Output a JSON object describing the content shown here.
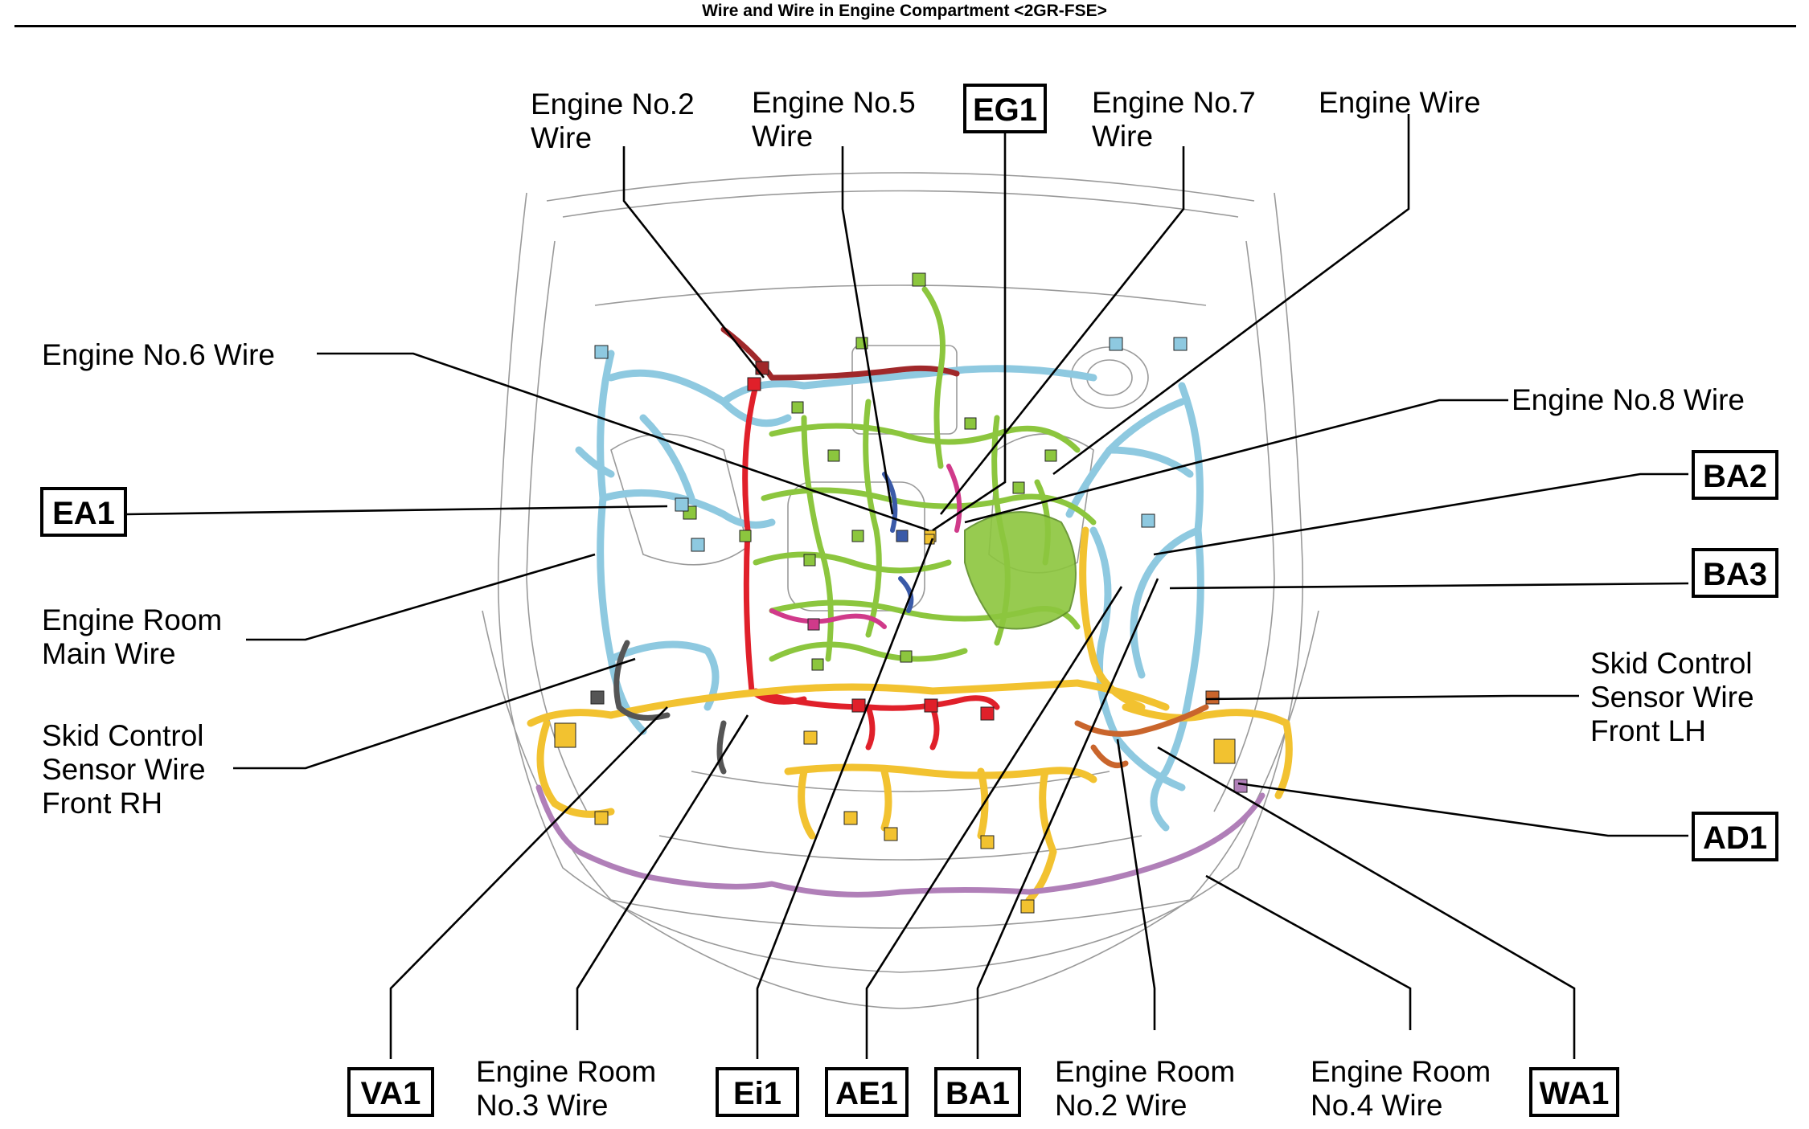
{
  "title": "Wire and Wire in Engine Compartment <2GR-FSE>",
  "labels": {
    "engine_no2_wire": [
      "Engine No.2",
      "Wire"
    ],
    "engine_no5_wire": [
      "Engine No.5",
      "Wire"
    ],
    "engine_no7_wire": [
      "Engine No.7",
      "Wire"
    ],
    "engine_wire": [
      "Engine Wire"
    ],
    "engine_no6_wire": [
      "Engine No.6 Wire"
    ],
    "engine_no8_wire": [
      "Engine No.8 Wire"
    ],
    "engine_room_main_wire": [
      "Engine Room",
      "Main Wire"
    ],
    "skid_sensor_front_rh": [
      "Skid Control",
      "Sensor Wire",
      "Front RH"
    ],
    "skid_sensor_front_lh": [
      "Skid Control",
      "Sensor Wire",
      "Front LH"
    ],
    "engine_room_no3_wire": [
      "Engine Room",
      "No.3 Wire"
    ],
    "engine_room_no2_wire": [
      "Engine Room",
      "No.2 Wire"
    ],
    "engine_room_no4_wire": [
      "Engine Room",
      "No.4 Wire"
    ]
  },
  "codes": {
    "eg1": "EG1",
    "ea1": "EA1",
    "ba2": "BA2",
    "ba3": "BA3",
    "ad1": "AD1",
    "va1": "VA1",
    "ei1": "Ei1",
    "ae1": "AE1",
    "ba1": "BA1",
    "wa1": "WA1"
  },
  "colors": {
    "light_blue": "#8ec9e0",
    "green": "#8cc63e",
    "red": "#e0202a",
    "yellow": "#f2c230",
    "dark_red": "#a0282a",
    "purple": "#b07fb8",
    "dark_gray": "#555555",
    "orange_brown": "#c9652c",
    "navy": "#3a5aa8",
    "magenta": "#d03a8a"
  }
}
